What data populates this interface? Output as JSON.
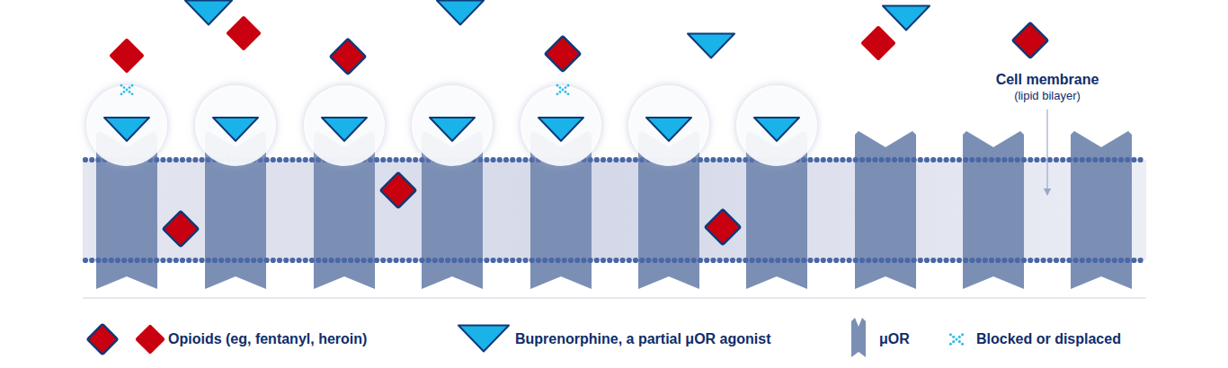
{
  "diagram": {
    "labels": [
      "Cell membrane",
      "(lipid bilayer)"
    ],
    "legend": [
      {
        "text": "Opioids (eg, fentanyl, heroin)"
      },
      {
        "text": "Buprenorphine, a partial μOR agonist"
      },
      {
        "text": "μOR"
      },
      {
        "text": "Blocked or displaced"
      }
    ]
  }
}
